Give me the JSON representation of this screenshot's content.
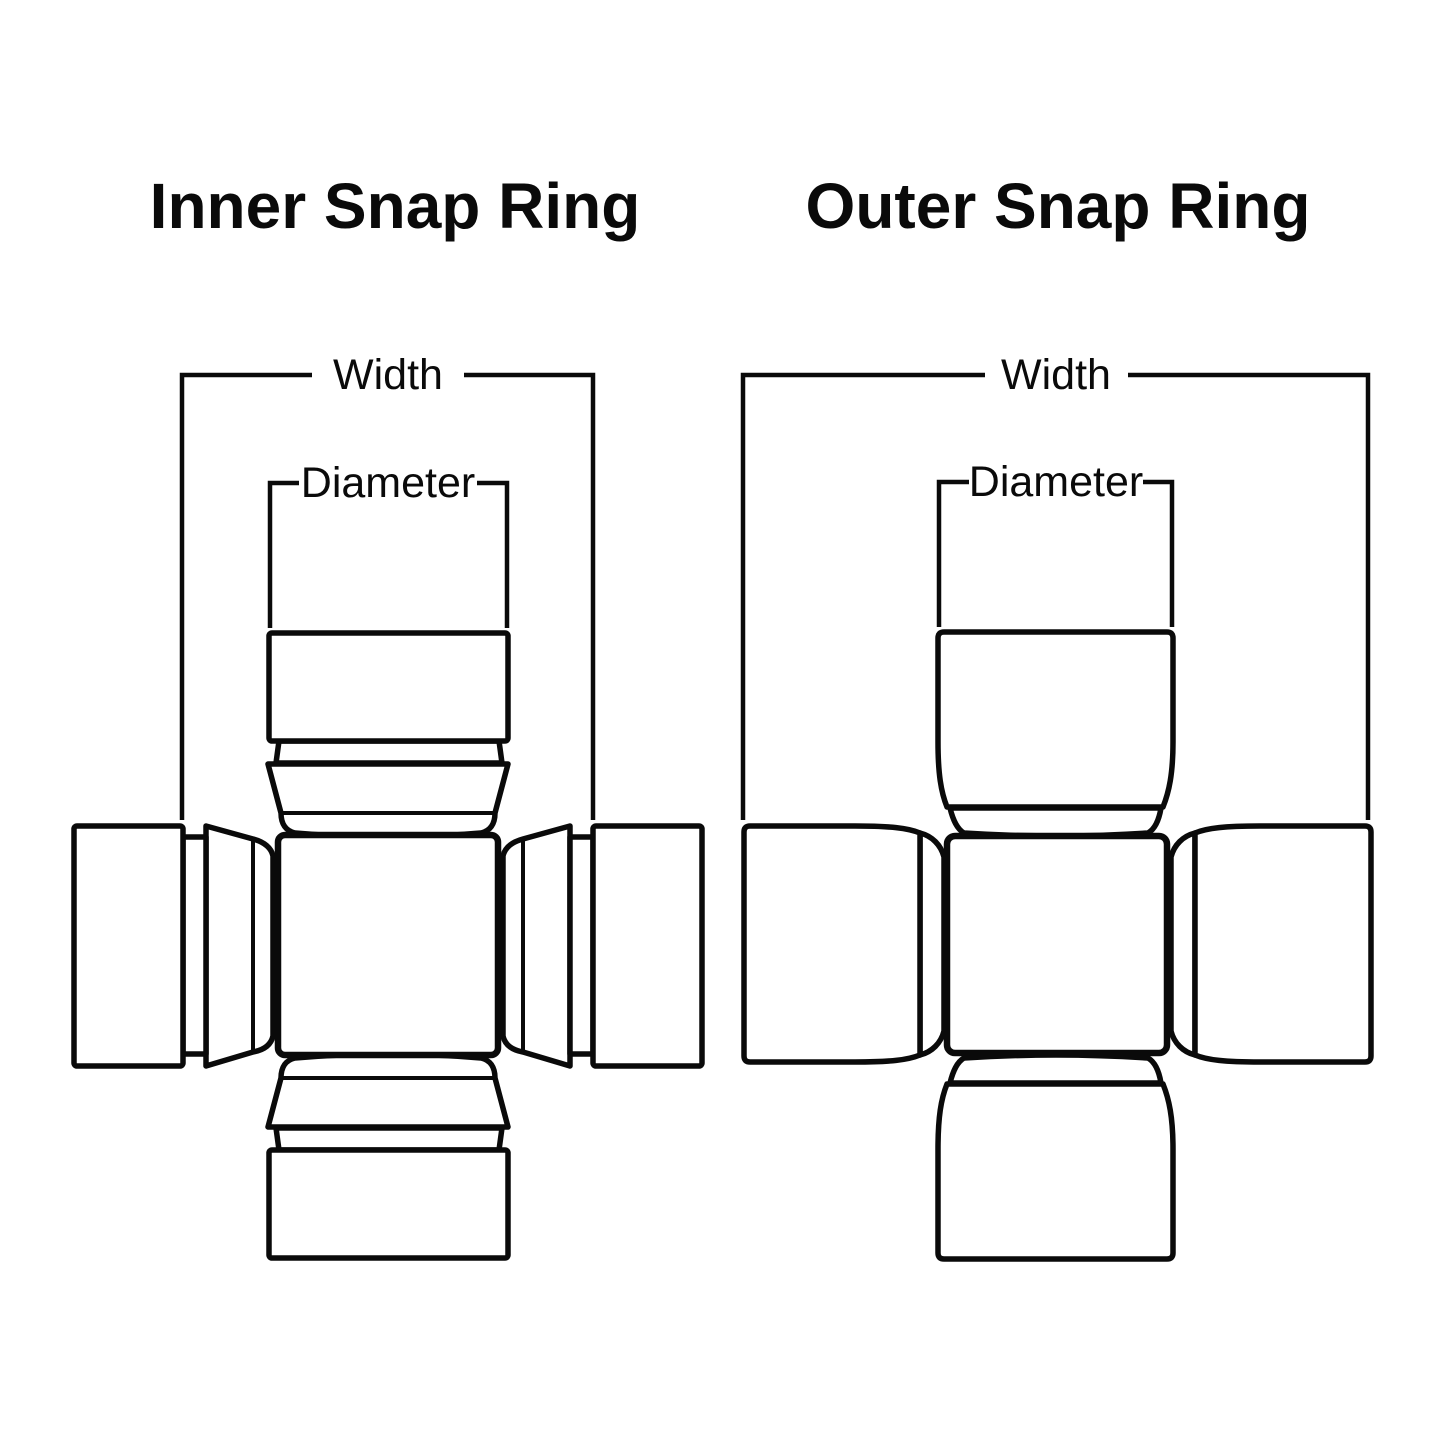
{
  "colors": {
    "background": "#ffffff",
    "line": "#0a0a0a"
  },
  "inner_diagram": {
    "title": "Inner Snap Ring",
    "width_label": "Width",
    "diameter_label": "Diameter"
  },
  "outer_diagram": {
    "title": "Outer Snap Ring",
    "width_label": "Width",
    "diameter_label": "Diameter"
  }
}
